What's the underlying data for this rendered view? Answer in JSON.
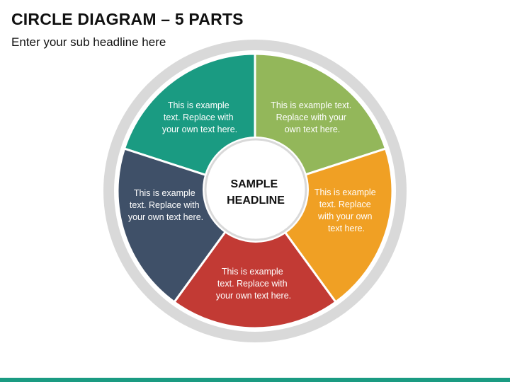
{
  "header": {
    "title": "CIRCLE DIAGRAM – 5 PARTS",
    "subtitle": "Enter your sub headline here"
  },
  "center": {
    "line1": "SAMPLE",
    "line2": "HEADLINE"
  },
  "segments": [
    {
      "id": "top-left",
      "color": "#1a9b82",
      "lines": [
        "This is example",
        "text. Replace with",
        "your own text here."
      ]
    },
    {
      "id": "top-right",
      "color": "#93b75a",
      "lines": [
        "This is example text.",
        "Replace with your",
        "own text here."
      ]
    },
    {
      "id": "right",
      "color": "#f0a024",
      "lines": [
        "This is example",
        "text. Replace",
        "with your own",
        "text here."
      ]
    },
    {
      "id": "bottom",
      "color": "#c23a34",
      "lines": [
        "This is example",
        "text. Replace with",
        "your own text here."
      ]
    },
    {
      "id": "left",
      "color": "#3f5068",
      "lines": [
        "This is example",
        "text. Replace with",
        "your own text here."
      ]
    }
  ],
  "colors": {
    "ring": "#d9d9d9",
    "separator": "#ffffff",
    "bottom_bar": "#1a9b82"
  }
}
